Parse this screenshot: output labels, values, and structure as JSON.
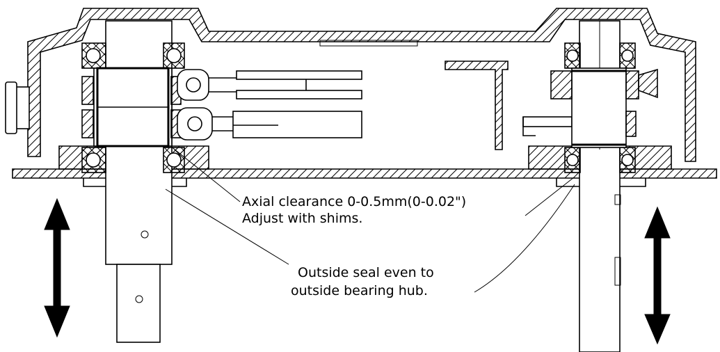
{
  "annotations": {
    "axial_clearance_line1": "Axial clearance 0-0.5mm(0-0.02\")",
    "axial_clearance_line2": "Adjust with shims.",
    "seal_line1": "Outside seal even to",
    "seal_line2": "outside bearing hub."
  },
  "colors": {
    "ink": "#000000",
    "paper": "#ffffff"
  },
  "symbols": {
    "left_arrow": "double-headed-vertical-arrow",
    "right_arrow": "double-headed-vertical-arrow"
  }
}
